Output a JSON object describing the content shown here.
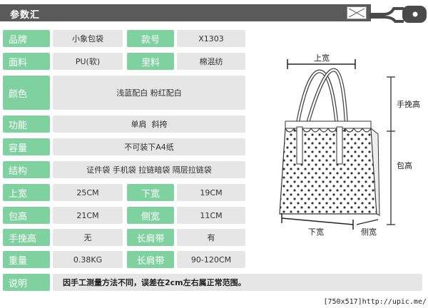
{
  "header": {
    "title": "参数汇"
  },
  "rows": [
    {
      "label": "品牌",
      "value": "小象包袋",
      "label2": "款号",
      "value2": "X1303"
    },
    {
      "label": "面料",
      "value": "PU(软)",
      "label2": "里料",
      "value2": "棉混纺"
    },
    {
      "label": "颜色",
      "value": "浅蓝配白 粉红配白"
    },
    {
      "label": "功能",
      "value": "单肩  斜挎"
    },
    {
      "label": "容量",
      "value": "不可装下A4纸"
    },
    {
      "label": "结构",
      "value": "证件袋 手机袋 拉链暗袋 隔层拉链袋"
    },
    {
      "label": "上宽",
      "value": "25CM",
      "label2": "下宽",
      "value2": "19CM"
    },
    {
      "label": "包高",
      "value": "21CM",
      "label2": "侧宽",
      "value2": "11CM"
    },
    {
      "label": "手挽高",
      "value": "无",
      "label2": "长肩带",
      "value2": "有"
    },
    {
      "label": "重量",
      "value": "0.38KG",
      "label2": "长肩带",
      "value2": "90-120CM"
    },
    {
      "label": "说明",
      "value": "因手工测量方法不同，误差在2cm左右属正常范围。"
    }
  ],
  "diagram": {
    "top_width": "上宽",
    "handle_height": "手挽高",
    "bag_height": "包高",
    "bottom_width": "下宽",
    "side_width": "侧宽"
  },
  "watermark": "[750x517]http://upic.me/"
}
